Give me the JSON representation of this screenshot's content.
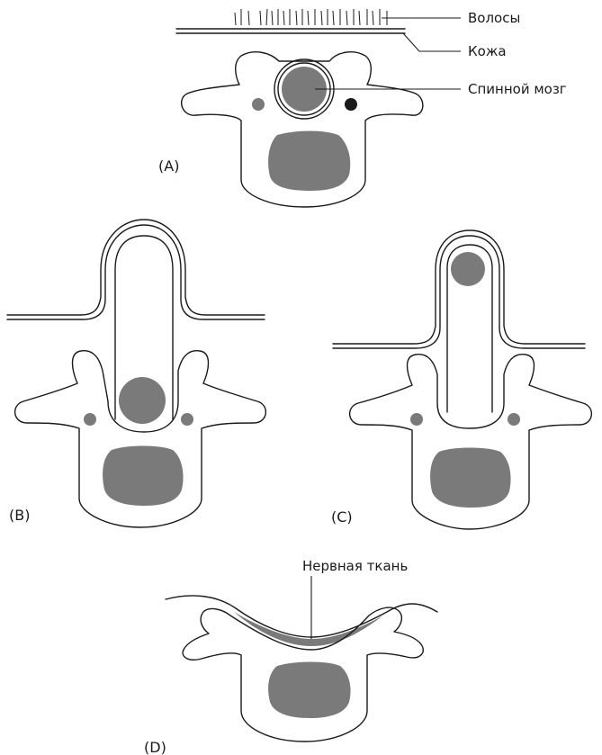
{
  "labels": {
    "hair": "Волосы",
    "skin": "Кожа",
    "spinal_cord": "Спинной мозг",
    "nerve_tissue": "Нервная ткань"
  },
  "panels": {
    "a": "(A)",
    "b": "(B)",
    "c": "(C)",
    "d": "(D)"
  },
  "colors": {
    "tissue_fill": "#7a7a7a",
    "outline": "#1a1a1a",
    "background": "#ffffff"
  }
}
